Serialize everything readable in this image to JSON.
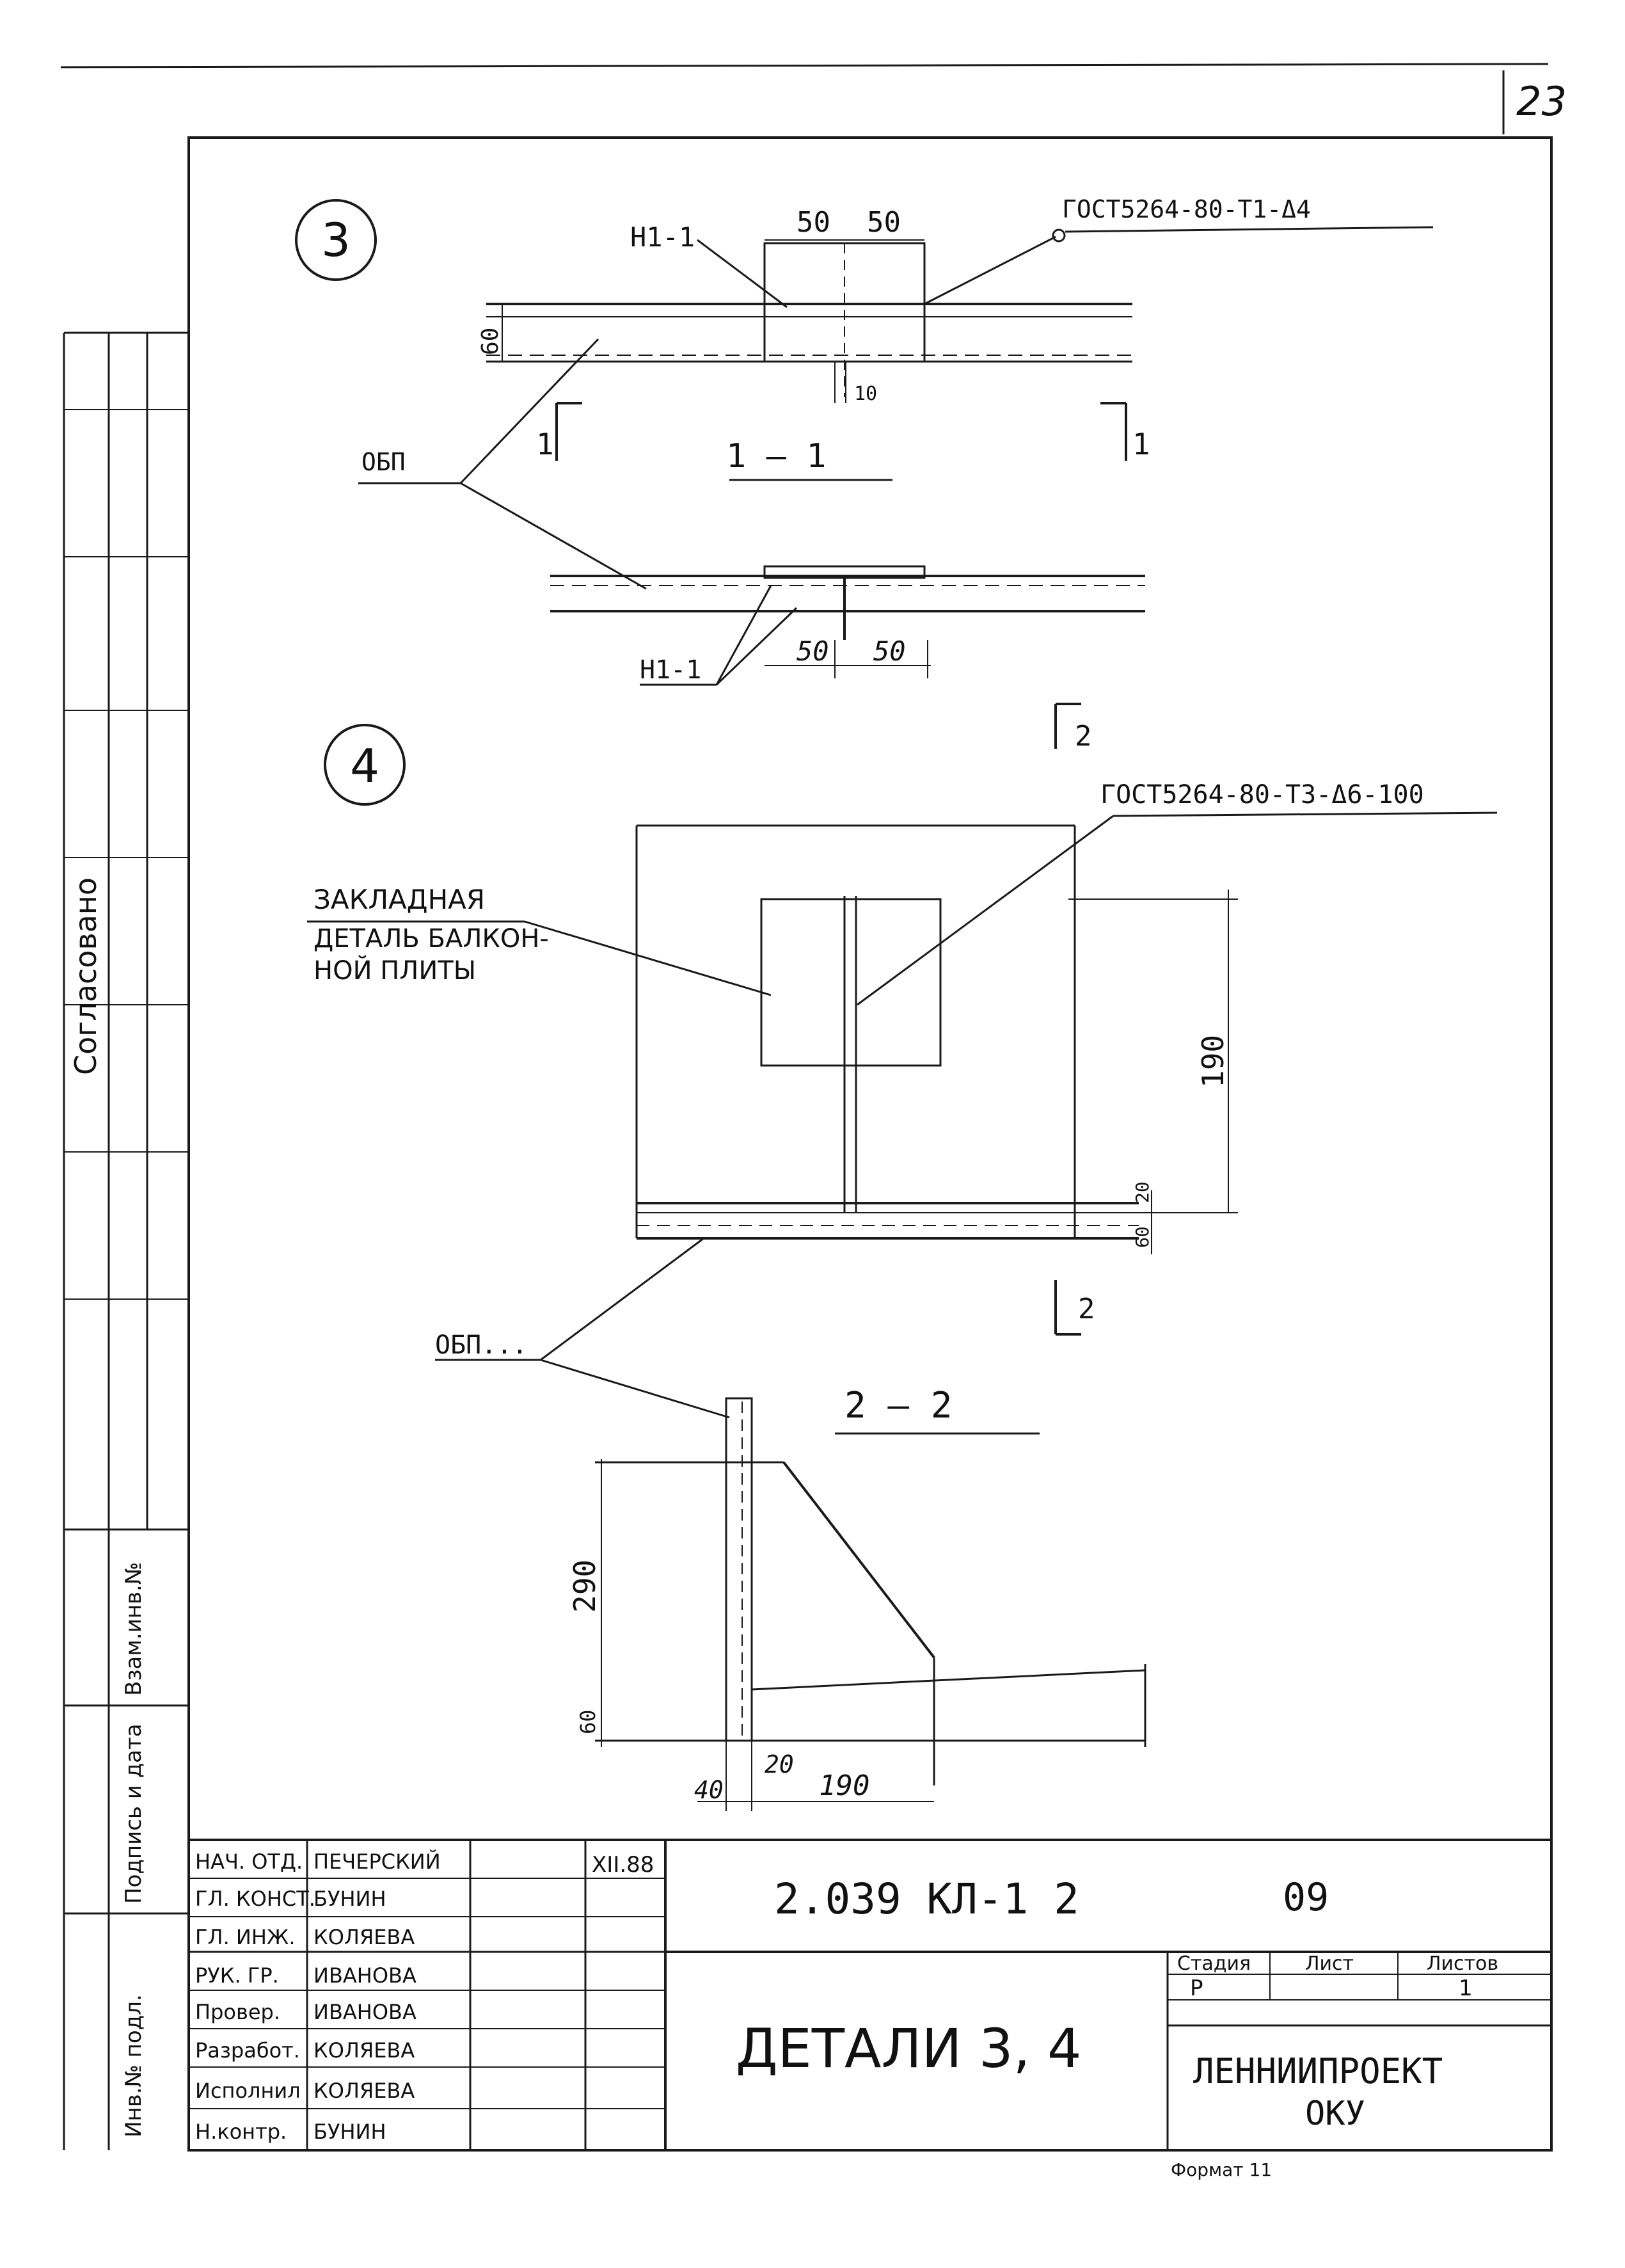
{
  "sheet": {
    "page_number": "23",
    "format_note": "Формат 11"
  },
  "side_stamp": {
    "agreed": "Согласовано",
    "replace_inv": "Взам.инв.№",
    "sign_date": "Подпись и дата",
    "inv_no": "Инв.№ подл."
  },
  "detail3": {
    "marker": "3",
    "weld_label": "Н1-1",
    "dim_left": "50",
    "dim_right": "50",
    "dim_height": "60",
    "dim_gap": "10",
    "gost_note": "ГОСТ5264-80-Т1-Δ4",
    "section_left": "1",
    "section_right": "1",
    "section_title": "1 — 1",
    "obp_label": "ОБП",
    "lower_weld_label": "Н1-1",
    "lower_dim_left": "50",
    "lower_dim_right": "50"
  },
  "detail4": {
    "marker": "4",
    "section_top": "2",
    "gost_note": "ГОСТ5264-80-Т3-Δ6-100",
    "embed_line1": "ЗАКЛАДНАЯ",
    "embed_line2": "ДЕТАЛЬ БАЛКОН-",
    "embed_line3": "НОЙ ПЛИТЫ",
    "dim_190": "190",
    "dim_20": "20",
    "dim_60": "60",
    "section_bottom": "2",
    "obp_label": "ОБП...",
    "section_title": "2 — 2",
    "dim_290": "290",
    "dim_60b": "60",
    "dim_40": "40",
    "dim_20b": "20",
    "dim_190b": "190"
  },
  "title_block": {
    "rows": [
      {
        "role": "НАЧ. ОТД.",
        "name": "ПЕЧЕРСКИЙ"
      },
      {
        "role": "ГЛ. КОНСТ.",
        "name": "БУНИН"
      },
      {
        "role": "ГЛ. ИНЖ.",
        "name": "КОЛЯЕВА"
      },
      {
        "role": "РУК. ГР.",
        "name": "ИВАНОВА"
      },
      {
        "role": "Провер.",
        "name": "ИВАНОВА"
      },
      {
        "role": "Разработ.",
        "name": "КОЛЯЕВА"
      },
      {
        "role": "Исполнил",
        "name": "КОЛЯЕВА"
      },
      {
        "role": "Н.контр.",
        "name": "БУНИН"
      }
    ],
    "date": "XII.88",
    "code": "2.039  КЛ-1    2",
    "sheet_code": "09",
    "title": "ДЕТАЛИ 3, 4",
    "stage_header": "Стадия",
    "sheet_header": "Лист",
    "sheets_header": "Листов",
    "stage": "Р",
    "sheets": "1",
    "org_line1": "ЛЕННИИПРОЕКТ",
    "org_line2": "ОКУ"
  }
}
